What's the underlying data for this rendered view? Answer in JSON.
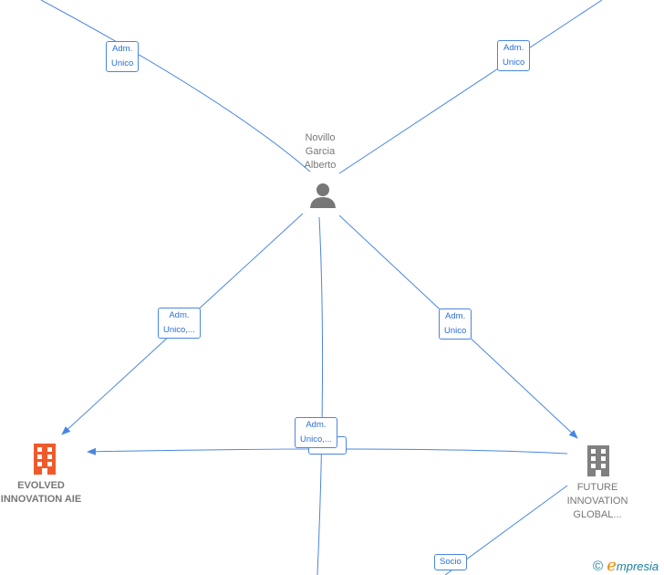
{
  "person": {
    "name_lines": [
      "Novillo",
      "Garcia",
      "Alberto"
    ],
    "icon": "person-icon"
  },
  "companies": [
    {
      "name_lines": [
        "EVOLVED",
        "INNOVATION AIE"
      ],
      "icon": "building-icon",
      "color": "#f05a2a"
    },
    {
      "name_lines": [
        "FUTURE",
        "INNOVATION",
        "GLOBAL..."
      ],
      "icon": "building-icon",
      "color": "#808080"
    }
  ],
  "edge_labels": {
    "top_left": [
      "Adm.",
      "Unico"
    ],
    "top_right": [
      "Adm.",
      "Unico"
    ],
    "evolved": [
      "Adm.",
      "Unico,..."
    ],
    "future": [
      "Adm.",
      "Unico"
    ],
    "center": [
      "Adm.",
      "Unico,..."
    ],
    "socio": "Socio"
  },
  "edge_color": "#4a86e0",
  "brand": {
    "copyright": "©",
    "name": "mpresia",
    "initial": "e"
  }
}
